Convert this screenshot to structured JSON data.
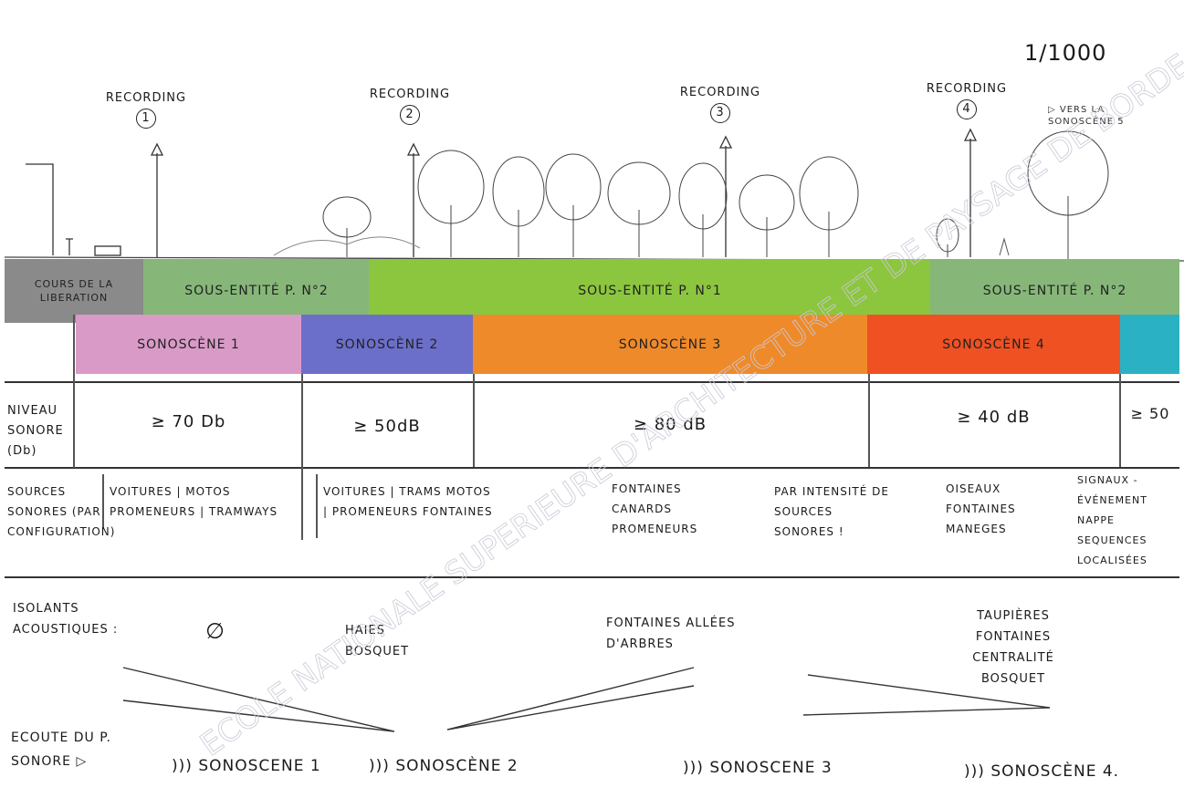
{
  "scale": "1/1000",
  "recordings": [
    {
      "label": "RECORDING",
      "number": "1"
    },
    {
      "label": "RECORDING",
      "number": "2"
    },
    {
      "label": "RECORDING",
      "number": "3"
    },
    {
      "label": "RECORDING",
      "number": "4"
    }
  ],
  "vers_note": "VERS LA SONOSCÈNE 5",
  "entities": [
    {
      "label": "COURS DE LA LIBERATION",
      "color": "#8a8a8a"
    },
    {
      "label": "SOUS-ENTITÉ P. N°2",
      "color": "#86b779"
    },
    {
      "label": "SOUS-ENTITÉ P. N°1",
      "color": "#8cc63f"
    },
    {
      "label": "SOUS-ENTITÉ P. N°2",
      "color": "#86b779"
    }
  ],
  "sonoscenes": [
    {
      "label": "SONOSCÈNE 1",
      "color": "#d99ac8"
    },
    {
      "label": "SONOSCÈNE 2",
      "color": "#6b6fc9"
    },
    {
      "label": "SONOSCÈNE 3",
      "color": "#ef8a2a"
    },
    {
      "label": "SONOSCÈNE 4",
      "color": "#ef5123"
    },
    {
      "label": "",
      "color": "#2bb1c4"
    }
  ],
  "niveau": {
    "label": "NIVEAU SONORE (Db)",
    "values": [
      "≥ 70 Db",
      "≥ 50dB",
      "≥ 80 dB",
      "≥ 40 dB",
      "≥ 50"
    ]
  },
  "sources": {
    "label": "SOURCES SONORES (PAR CONFIGURATION)",
    "col1": "VOITURES | MOTOS PROMENEURS | TRAMWAYS",
    "col2": "VOITURES | TRAMS MOTOS | PROMENEURS FONTAINES",
    "col3": "FONTAINES CANARDS PROMENEURS",
    "note": "PAR INTENSITÉ DE SOURCES SONORES !",
    "col4": "OISEAUX FONTAINES MANEGES",
    "col5": "SIGNAUX - ÉVÉNEMENT NAPPE SEQUENCES LOCALISÉES"
  },
  "isolants": {
    "label": "ISOLANTS ACOUSTIQUES :",
    "col1": "∅",
    "col2": "HAIES BOSQUET",
    "col3": "FONTAINES ALLÉES D'ARBRES",
    "col4": "TAUPIÈRES FONTAINES CENTRALITÉ BOSQUET"
  },
  "ecoute": {
    "label": "ECOUTE DU P. SONORE",
    "items": [
      "SONOSCENE 1",
      "SONOSCÈNE 2",
      "SONOSCENE 3",
      "SONOSCÈNE 4."
    ]
  },
  "watermark": "ECOLE NATIONALE SUPERIEURE D'ARCHITECTURE ET DE PAYSAGE DE BORDEAUX — DOCUMENT SOUMIS AU DROIT D'AUTEUR"
}
